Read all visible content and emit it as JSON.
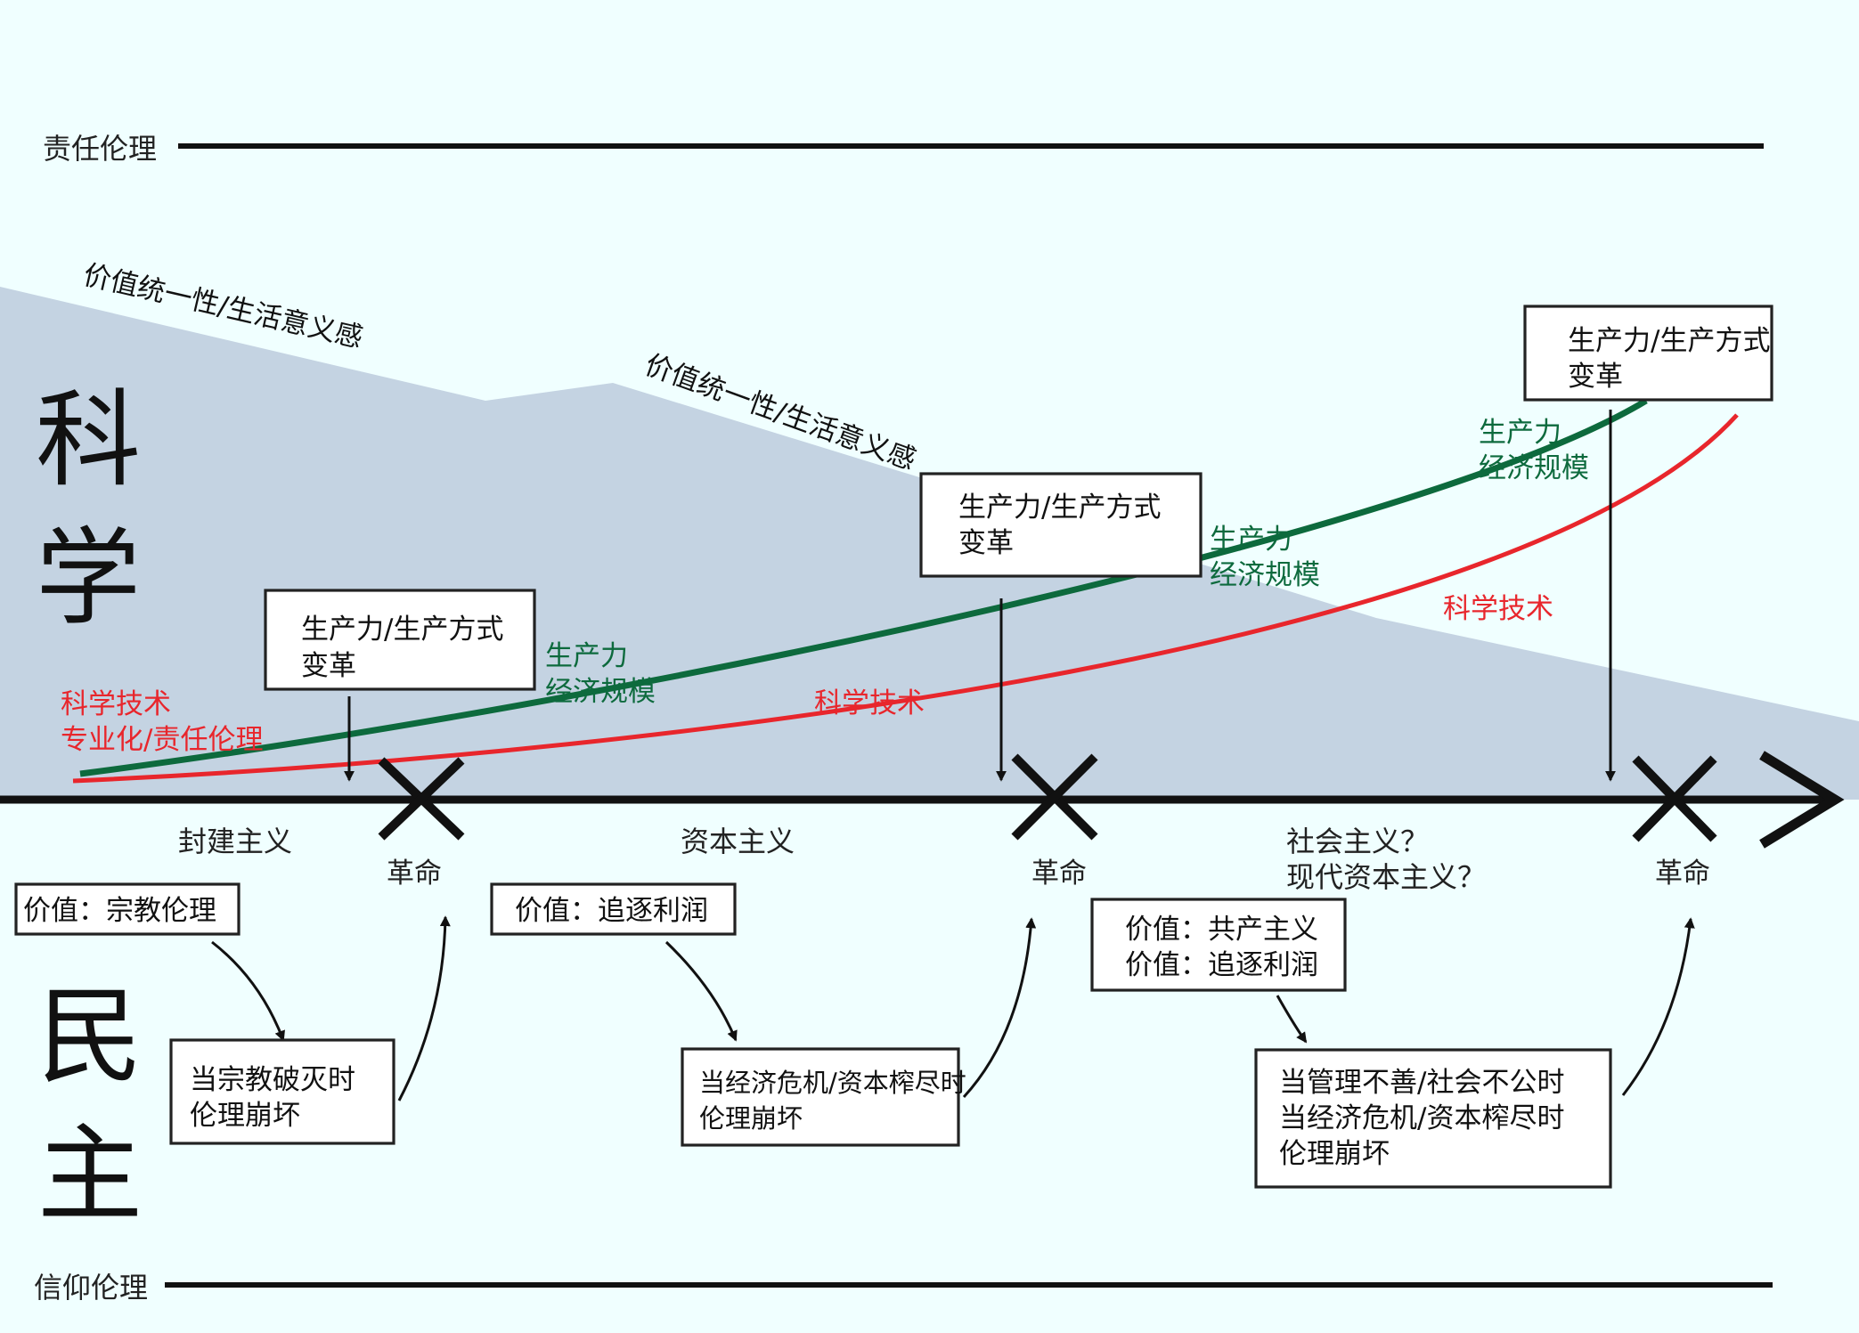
{
  "top_axis_label": "责任伦理",
  "bottom_axis_label": "信仰伦理",
  "science_chars": [
    "科",
    "学"
  ],
  "democracy_chars": [
    "民",
    "主"
  ],
  "value_unity_label_1": "价值统一性/生活意义感",
  "value_unity_label_2": "价值统一性/生活意义感",
  "start_labels": {
    "line1": "科学技术",
    "line2": "专业化/责任伦理"
  },
  "productivity_boxes": [
    {
      "line1": "生产力/生产方式",
      "line2": "变革"
    },
    {
      "line1": "生产力/生产方式",
      "line2": "变革"
    },
    {
      "line1": "生产力/生产方式",
      "line2": "变革"
    }
  ],
  "green_labels": [
    {
      "line1": "生产力",
      "line2": "经济规模"
    },
    {
      "line1": "生产力",
      "line2": "经济规模"
    },
    {
      "line1": "生产力",
      "line2": "经济规模"
    }
  ],
  "red_labels": [
    "科学技术",
    "科学技术"
  ],
  "eras": [
    {
      "line1": "封建主义",
      "line2": ""
    },
    {
      "line1": "资本主义",
      "line2": ""
    },
    {
      "line1": "社会主义？",
      "line2": "现代资本主义？"
    }
  ],
  "revolutions": [
    "革命",
    "革命",
    "革命"
  ],
  "value_boxes": [
    {
      "lines": [
        "价值：宗教伦理"
      ]
    },
    {
      "lines": [
        "价值：追逐利润"
      ]
    },
    {
      "lines": [
        "价值：共产主义",
        "价值：追逐利润"
      ]
    }
  ],
  "collapse_boxes": [
    {
      "lines": [
        "当宗教破灭时",
        "伦理崩坏"
      ]
    },
    {
      "lines": [
        "当经济危机/资本榨尽时",
        "伦理崩坏"
      ]
    },
    {
      "lines": [
        "当管理不善/社会不公时",
        "当经济危机/资本榨尽时",
        "伦理崩坏"
      ]
    }
  ],
  "colors": {
    "background": "#f0ffff",
    "band": "#c4d3e2",
    "economy_green": "#0d6a3d",
    "science_red": "#e8262c",
    "ink": "#111111"
  }
}
